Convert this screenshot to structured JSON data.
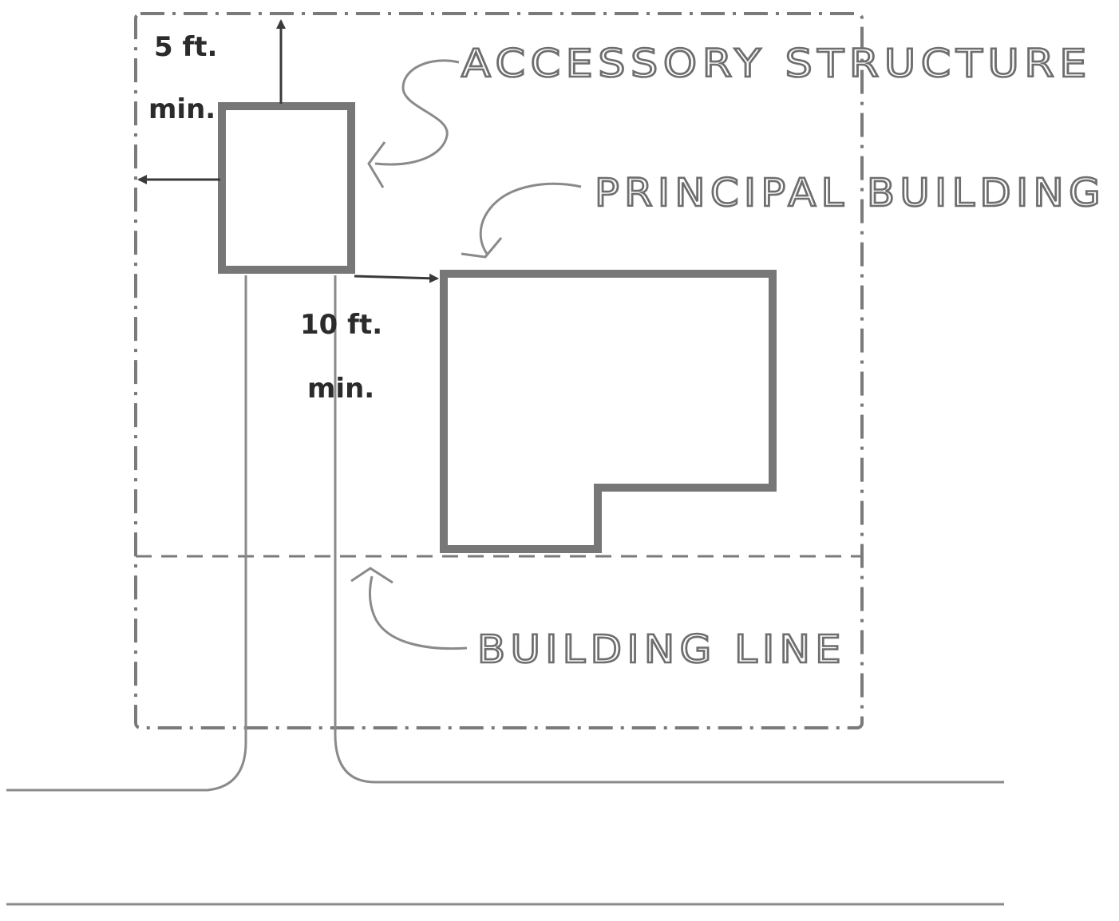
{
  "labels": {
    "accessory_structure": "ACCESSORY STRUCTURE",
    "principal_building": "PRINCIPAL BUILDING",
    "building_line": "BUILDING LINE"
  },
  "dimensions": {
    "side_setback_value": "5 ft.",
    "side_setback_unit": "min.",
    "separation_value": "10 ft.",
    "separation_unit": "min."
  },
  "colors": {
    "line": "#7a7a7a",
    "building_outline": "#777777",
    "arrow": "#444444",
    "text": "#2b2b2b"
  }
}
